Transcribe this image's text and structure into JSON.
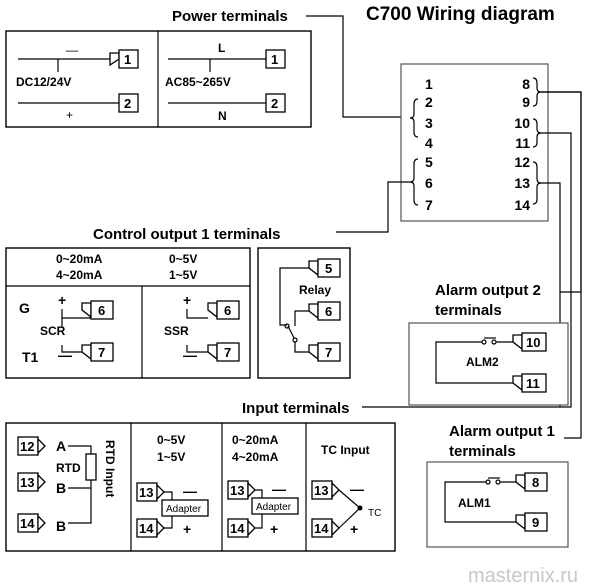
{
  "title": "C700 Wiring diagram",
  "watermark": "masternix.ru",
  "headers": {
    "power": "Power terminals",
    "control": "Control output 1 terminals",
    "alarm2_line1": "Alarm output 2",
    "alarm2_line2": "terminals",
    "input": "Input terminals",
    "alarm1_line1": "Alarm output 1",
    "alarm1_line2": "terminals"
  },
  "power": {
    "dc_label": "DC12/24V",
    "dc_minus": "—",
    "dc_plus": "+",
    "ac_label": "AC85~265V",
    "ac_l": "L",
    "ac_n": "N",
    "term1": "1",
    "term2": "2"
  },
  "terminal_block": {
    "left": [
      "1",
      "2",
      "3",
      "4",
      "5",
      "6",
      "7"
    ],
    "right": [
      "8",
      "9",
      "10",
      "11",
      "12",
      "13",
      "14"
    ]
  },
  "control": {
    "current_range_1": "0~20mA",
    "current_range_2": "4~20mA",
    "voltage_range_1": "0~5V",
    "voltage_range_2": "1~5V",
    "scr": "SCR",
    "g": "G",
    "t1": "T1",
    "ssr": "SSR",
    "relay": "Relay",
    "plus": "+",
    "minus": "—",
    "t5": "5",
    "t6": "6",
    "t7": "7"
  },
  "alarm2": {
    "label": "ALM2",
    "t_a": "10",
    "t_b": "11"
  },
  "alarm1": {
    "label": "ALM1",
    "t_a": "8",
    "t_b": "9"
  },
  "input": {
    "rtd_a": "A",
    "rtd_b1": "B",
    "rtd_b2": "B",
    "rtd": "RTD",
    "rtd_input": "RTD Input",
    "v_range_1": "0~5V",
    "v_range_2": "1~5V",
    "i_range_1": "0~20mA",
    "i_range_2": "4~20mA",
    "adapter": "Adapter",
    "tc_input": "TC Input",
    "tc": "TC",
    "minus": "—",
    "plus": "+",
    "t12": "12",
    "t13": "13",
    "t14": "14"
  }
}
